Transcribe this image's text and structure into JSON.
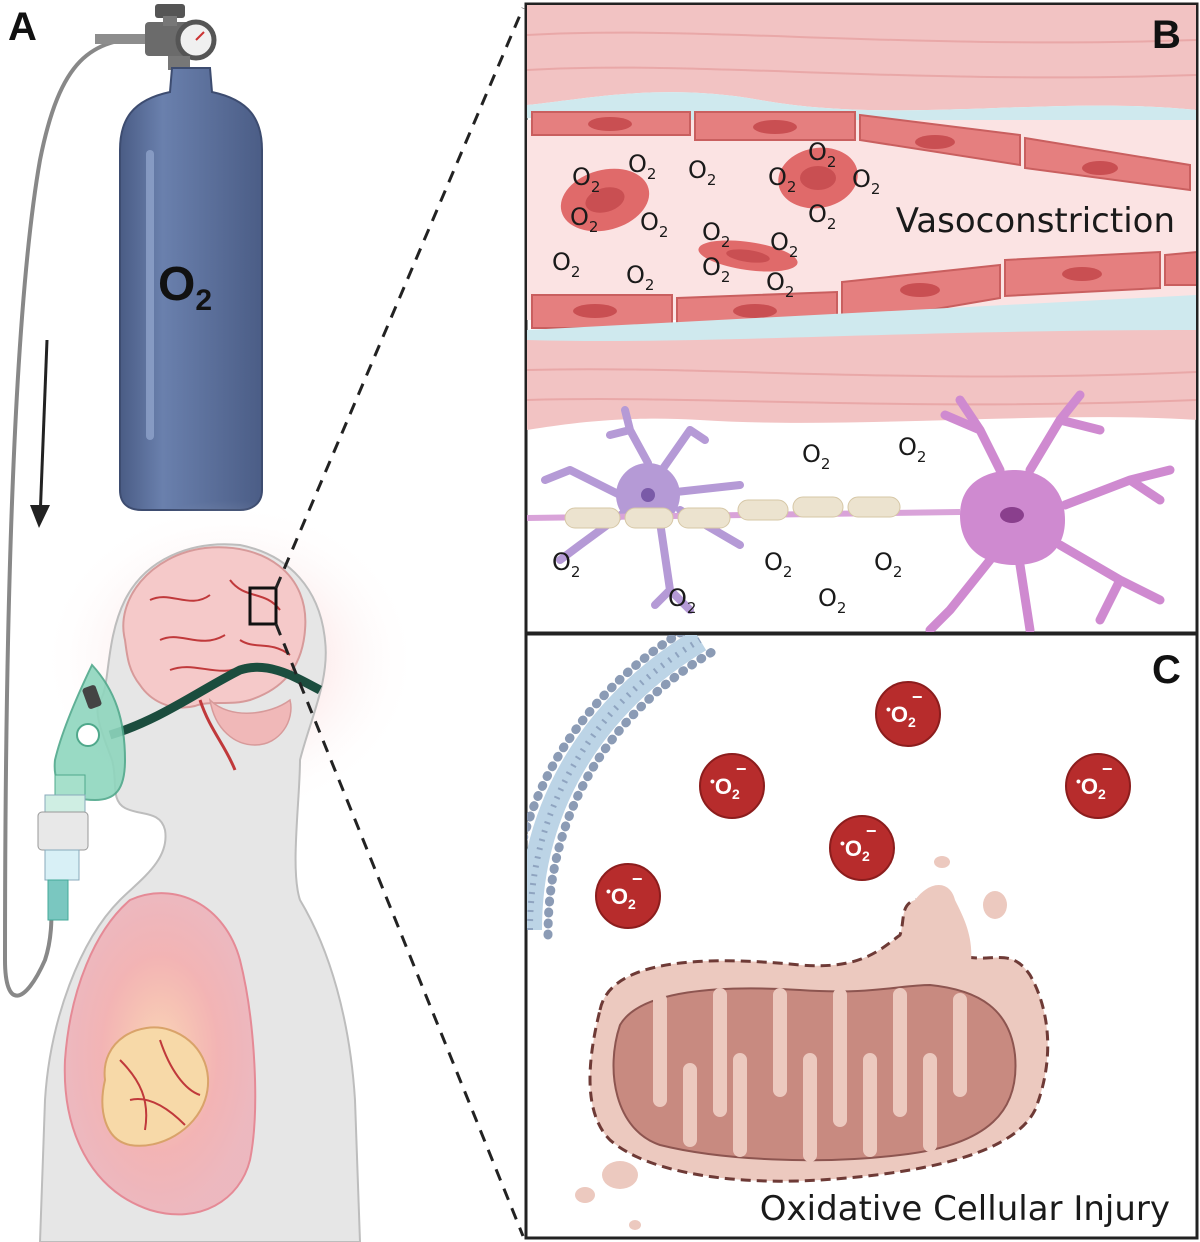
{
  "panels": {
    "a": {
      "letter": "A",
      "tank": {
        "label": "O",
        "label_sub": "2"
      }
    },
    "b": {
      "letter": "B",
      "caption": "Vasoconstriction",
      "o2_main": "O",
      "o2_sub": "2"
    },
    "c": {
      "letter": "C",
      "caption": "Oxidative Cellular Injury",
      "ros_dot": "•",
      "ros_main": "O",
      "ros_sub": "2",
      "ros_charge": "−"
    }
  },
  "colors": {
    "tank": "#5a6e98",
    "vessel_wall": "#f2c3c3",
    "muscle_cell": "#e57f7f",
    "rbc": "#e06a6a",
    "astrocyte": "#b59ad6",
    "neuron": "#cf8ad0",
    "ros": "#b72c2c",
    "mitochondria": "#c88a80",
    "mask": "#8fd6be",
    "lung": "#f4a0a8",
    "brain": "#f5c9c9"
  }
}
